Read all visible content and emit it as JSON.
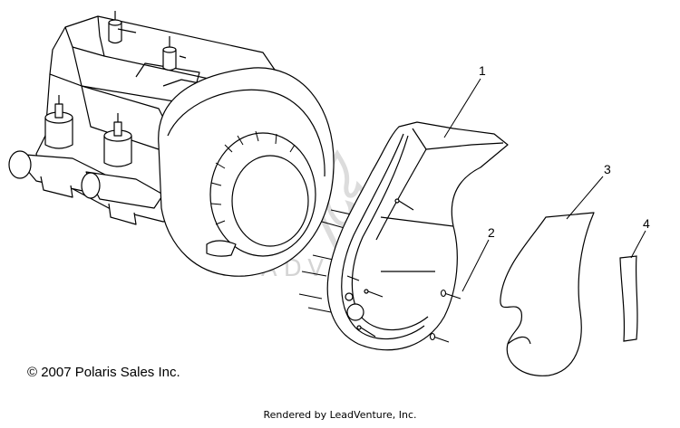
{
  "callouts": [
    {
      "id": "1",
      "label": "1"
    },
    {
      "id": "2",
      "label": "2"
    },
    {
      "id": "3",
      "label": "3"
    },
    {
      "id": "4",
      "label": "4"
    }
  ],
  "copyright": "© 2007 Polaris Sales Inc.",
  "rendered_by": "Rendered by LeadVenture, Inc.",
  "watermark": "LEADVENTURE",
  "colors": {
    "line": "#000000",
    "watermark": "#d4d4d4",
    "background": "#ffffff"
  }
}
